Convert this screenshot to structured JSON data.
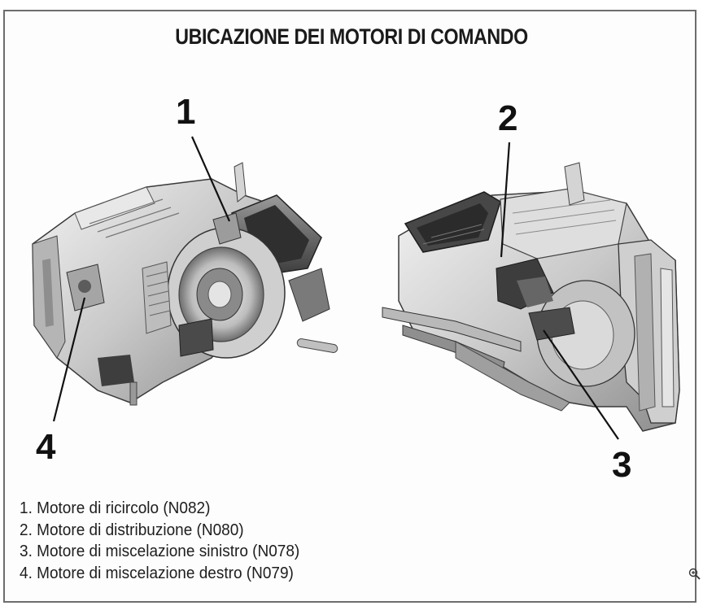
{
  "title": "UBICAZIONE DEI MOTORI DI COMANDO",
  "callouts": {
    "n1": "1",
    "n2": "2",
    "n3": "3",
    "n4": "4"
  },
  "legend": [
    "1. Motore di ricircolo (N082)",
    "2. Motore di distribuzione (N080)",
    "3. Motore di miscelazione sinistro (N078)",
    "4. Motore di miscelazione destro (N079)"
  ],
  "icons": {
    "zoom": "magnifier-plus-icon"
  },
  "colors": {
    "frame": "#6d6d6d",
    "housing_light": "#dcdcdc",
    "housing_dark": "#5a5a5a"
  }
}
